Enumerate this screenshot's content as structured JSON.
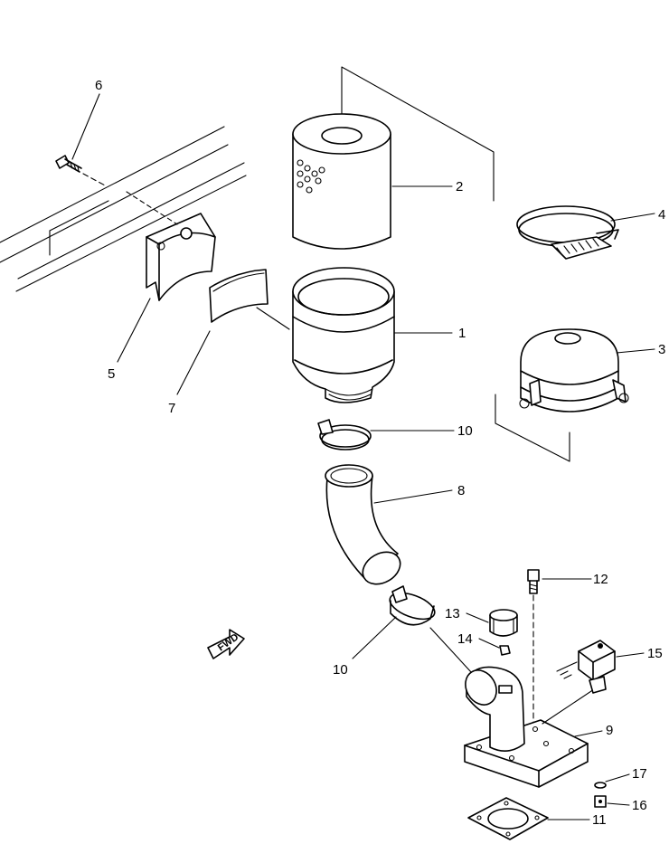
{
  "diagram": {
    "parts": [
      {
        "id": "part-1",
        "label": "1"
      },
      {
        "id": "part-2",
        "label": "2"
      },
      {
        "id": "part-3",
        "label": "3"
      },
      {
        "id": "part-4",
        "label": "4"
      },
      {
        "id": "part-5",
        "label": "5"
      },
      {
        "id": "part-6",
        "label": "6"
      },
      {
        "id": "part-7",
        "label": "7"
      },
      {
        "id": "part-8",
        "label": "8"
      },
      {
        "id": "part-9",
        "label": "9"
      },
      {
        "id": "part-10a",
        "label": "10"
      },
      {
        "id": "part-10b",
        "label": "10"
      },
      {
        "id": "part-11",
        "label": "11"
      },
      {
        "id": "part-12",
        "label": "12"
      },
      {
        "id": "part-13",
        "label": "13"
      },
      {
        "id": "part-14",
        "label": "14"
      },
      {
        "id": "part-15",
        "label": "15"
      },
      {
        "id": "part-16",
        "label": "16"
      },
      {
        "id": "part-17",
        "label": "17"
      }
    ],
    "direction_marker": "FWD"
  }
}
